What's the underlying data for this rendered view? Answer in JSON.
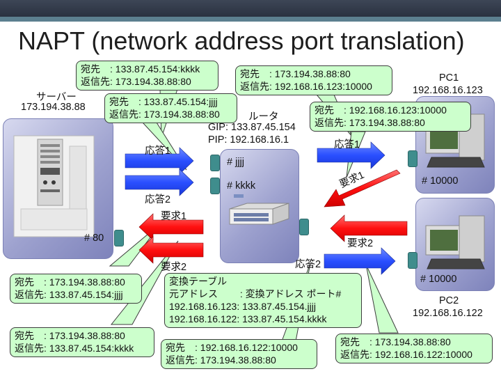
{
  "title": "NAPT (network address port translation)",
  "server": {
    "label": "サーバー",
    "ip": "173.194.38.88",
    "port": "# 80"
  },
  "router": {
    "label": "ルータ",
    "gip": "GIP: 133.87.45.154",
    "pip": "PIP: 192.168.16.1",
    "port1": "# jjjj",
    "port2": "# kkkk"
  },
  "pc1": {
    "label": "PC1",
    "ip": "192.168.16.123",
    "port": "# 10000"
  },
  "pc2": {
    "label": "PC2",
    "ip": "192.168.16.122",
    "port": "# 10000"
  },
  "arrows": {
    "resp1_left": "応答1",
    "resp2_left": "応答2",
    "req1_left": "要求1",
    "req2_left": "要求2",
    "resp1_right": "応答1",
    "req1_right": "要求1",
    "req2_right": "要求2",
    "resp2_right": "応答2"
  },
  "bubbles": {
    "b1": {
      "line1": "宛先　: 133.87.45.154:kkkk",
      "line2": "返信先: 173.194.38.88:80"
    },
    "b2": {
      "line1": "宛先　: 133.87.45.154:jjjj",
      "line2": "返信先: 173.194.38.88:80"
    },
    "b3": {
      "line1": "宛先　: 173.194.38.88:80",
      "line2": "返信先: 192.168.16.123:10000"
    },
    "b4": {
      "line1": "宛先　: 192.168.16.123:10000",
      "line2": "返信先: 173.194.38.88:80"
    },
    "b5": {
      "line1": "宛先　: 173.194.38.88:80",
      "line2": "返信先: 133.87.45.154:jjjj"
    },
    "b6": {
      "line1": "宛先　: 173.194.38.88:80",
      "line2": "返信先: 133.87.45.154:kkkk"
    },
    "b7": {
      "line1": "宛先　: 192.168.16.122:10000",
      "line2": "返信先: 173.194.38.88:80"
    },
    "b8": {
      "line1": "宛先　: 173.194.38.88:80",
      "line2": "返信先: 192.168.16.122:10000"
    }
  },
  "table": {
    "title": "変換テーブル",
    "header": "元アドレス　　 : 変換アドレス ポート#",
    "row1": "192.168.16.123: 133.87.45.154.jjjj",
    "row2": "192.168.16.122: 133.87.45.154.kkkk"
  },
  "colors": {
    "blue_arrow": "#2a4fff",
    "red_arrow": "#ff1010",
    "bubble": "#ccffcc",
    "device": "#9ea2cf"
  }
}
